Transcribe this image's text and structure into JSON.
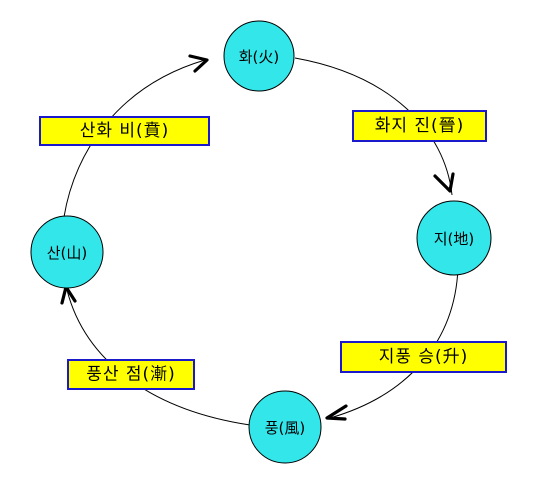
{
  "colors": {
    "node_fill": "#33e6ea",
    "label_fill": "#ffff00",
    "label_border": "#1a1acc",
    "line": "#000000"
  },
  "diagram": {
    "nodes": [
      {
        "id": "fire",
        "label": "화(火)"
      },
      {
        "id": "earth",
        "label": "지(地)"
      },
      {
        "id": "wind",
        "label": "풍(風)"
      },
      {
        "id": "mountain",
        "label": "산(山)"
      }
    ],
    "edges": [
      {
        "from": "fire",
        "to": "earth",
        "label": "화지 진(晉)"
      },
      {
        "from": "earth",
        "to": "wind",
        "label": "지풍 승(升)"
      },
      {
        "from": "wind",
        "to": "mountain",
        "label": "풍산 점(漸)"
      },
      {
        "from": "mountain",
        "to": "fire",
        "label": "산화 비(賁)"
      }
    ]
  }
}
